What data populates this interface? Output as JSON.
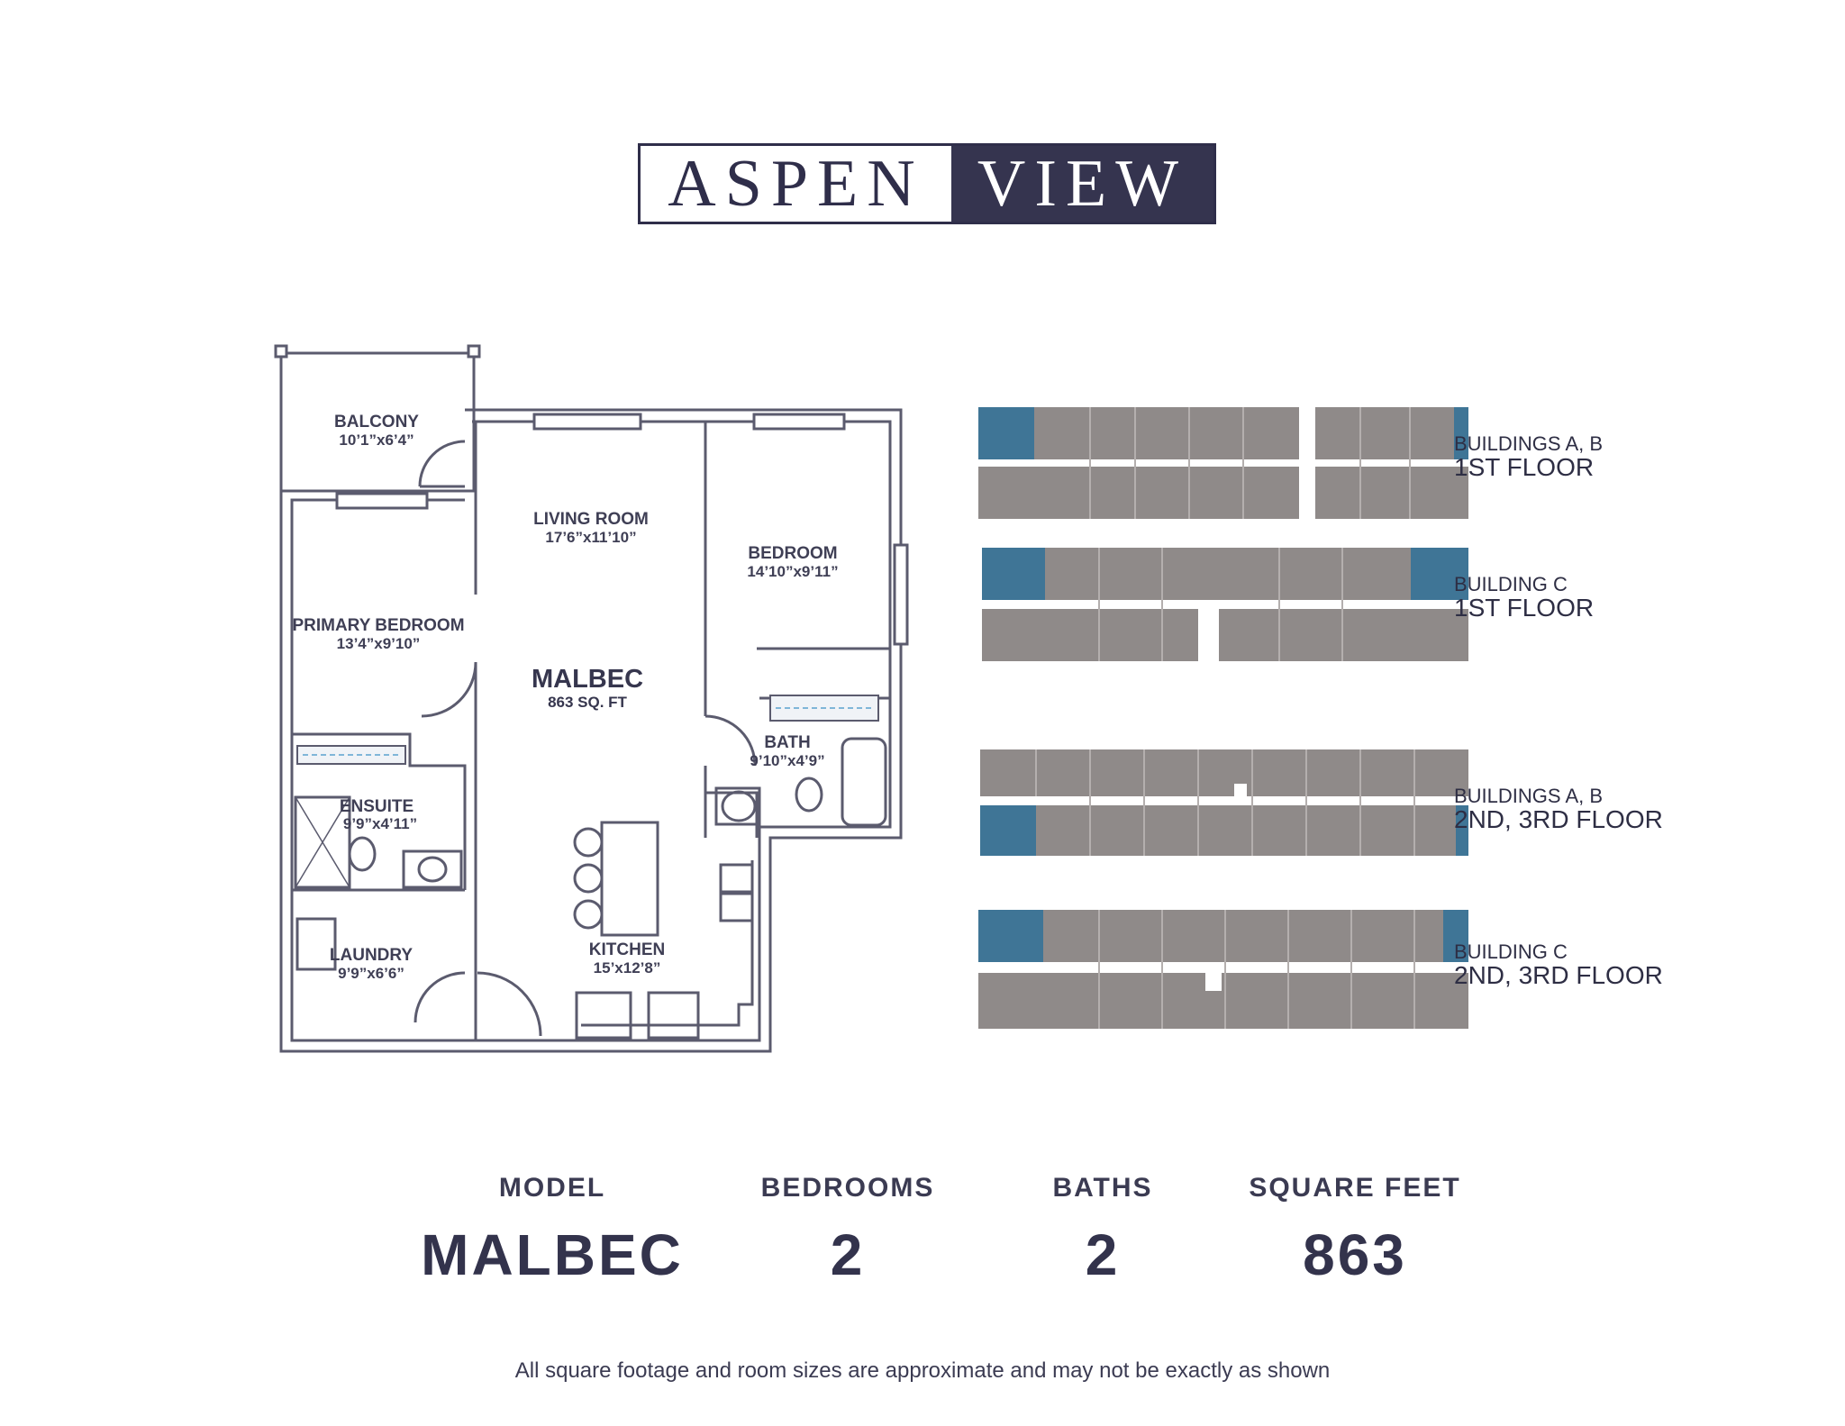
{
  "logo": {
    "left": "ASPEN",
    "right": "VIEW"
  },
  "floorplan": {
    "model_name": "MALBEC",
    "model_area": "863 SQ. FT",
    "rooms": [
      {
        "name": "BALCONY",
        "dims": "10’1”x6’4”"
      },
      {
        "name": "LIVING ROOM",
        "dims": "17’6”x11’10”"
      },
      {
        "name": "BEDROOM",
        "dims": "14’10”x9’11”"
      },
      {
        "name": "PRIMARY BEDROOM",
        "dims": "13’4”x9’10”"
      },
      {
        "name": "BATH",
        "dims": "9’10”x4’9”"
      },
      {
        "name": "ENSUITE",
        "dims": "9’9”x4’11”"
      },
      {
        "name": "LAUNDRY",
        "dims": "9’9”x6’6”"
      },
      {
        "name": "KITCHEN",
        "dims": "15’x12’8”"
      }
    ]
  },
  "keyplans": [
    {
      "line1": "BUILDINGS A, B",
      "line2": "1ST FLOOR"
    },
    {
      "line1": "BUILDING C",
      "line2": "1ST FLOOR"
    },
    {
      "line1": "BUILDINGS A, B",
      "line2": "2ND, 3RD FLOOR"
    },
    {
      "line1": "BUILDING C",
      "line2": "2ND, 3RD FLOOR"
    }
  ],
  "stats": [
    {
      "label": "MODEL",
      "value": "MALBEC"
    },
    {
      "label": "BEDROOMS",
      "value": "2"
    },
    {
      "label": "BATHS",
      "value": "2"
    },
    {
      "label": "SQUARE FEET",
      "value": "863"
    }
  ],
  "disclaimer": "All square footage and room sizes are approximate and may not be exactly as shown",
  "colors": {
    "navy": "#35344f",
    "unit_highlight": "#3f7596",
    "unit_gray": "#8f8a89",
    "wall": "#5b5b6e"
  }
}
